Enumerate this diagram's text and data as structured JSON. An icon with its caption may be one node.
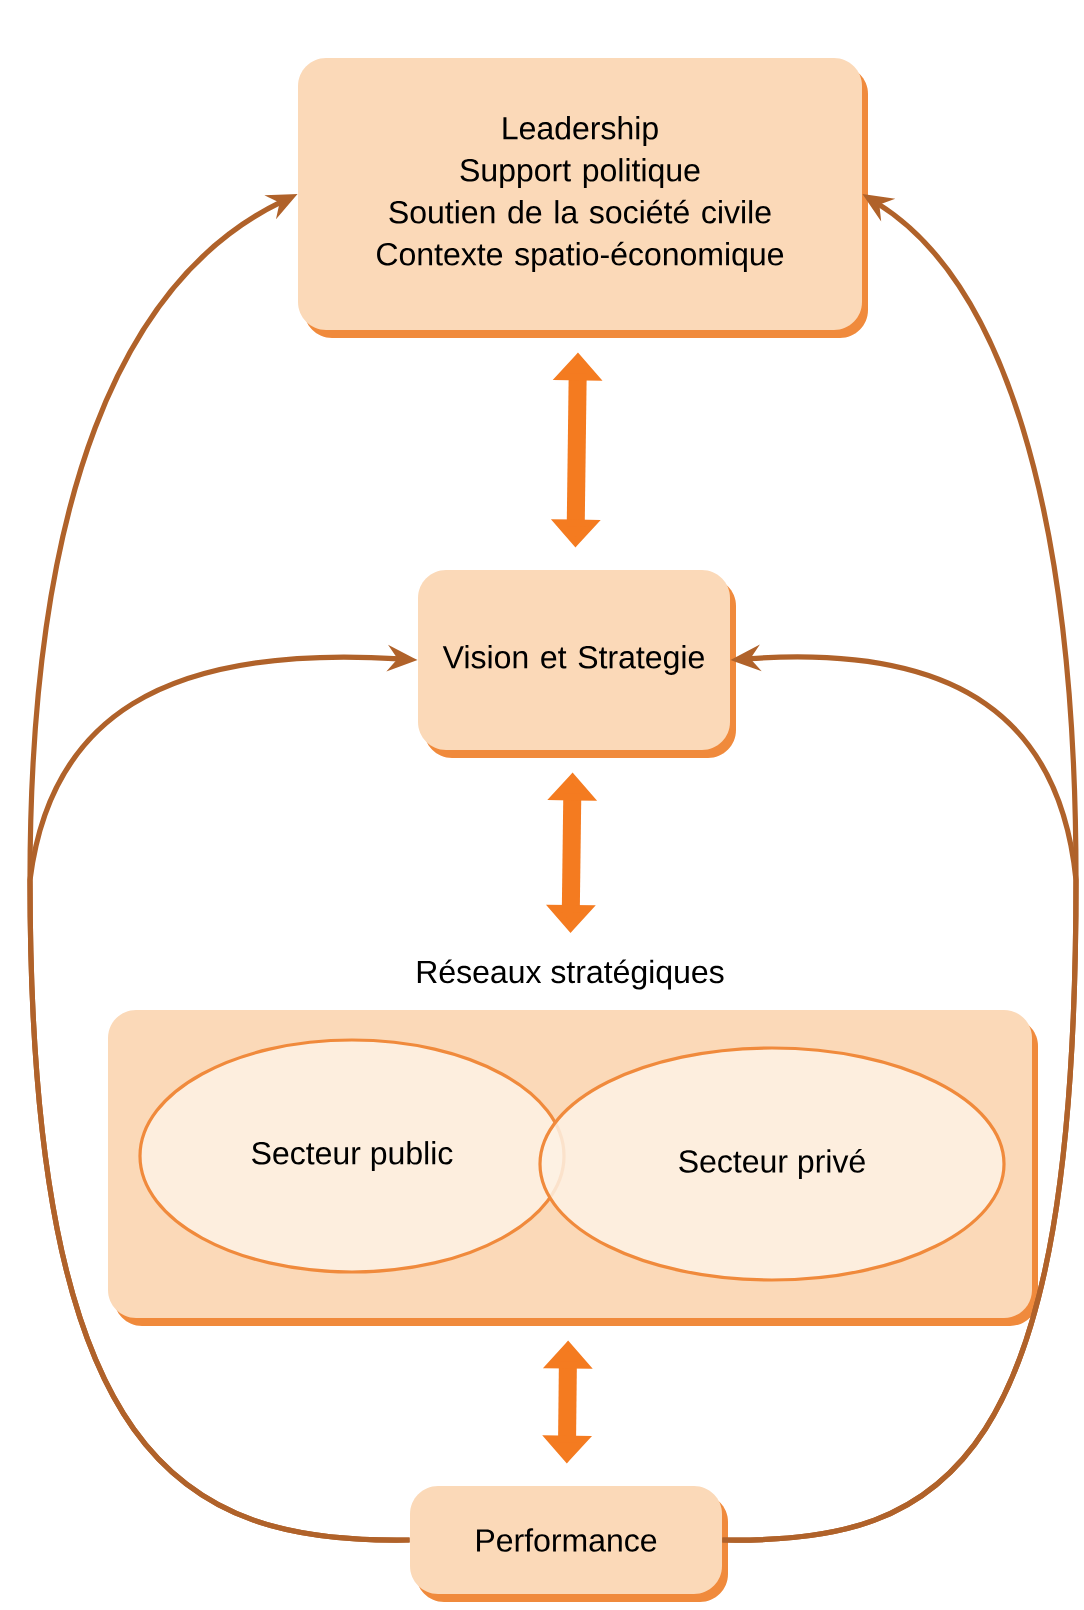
{
  "diagram": {
    "nodes": [
      {
        "text": [
          "Leadership",
          "Support politique",
          "Soutien de la société civile",
          "Contexte spatio-économique"
        ]
      },
      {
        "text": [
          "Vision et Strategie"
        ]
      },
      {
        "text": [
          "Réseaux stratégiques"
        ]
      },
      {
        "text": [
          "Secteur public"
        ],
        "in": 2
      },
      {
        "text": [
          "Secteur privé"
        ],
        "in": 2
      },
      {
        "text": [
          "Performance"
        ]
      }
    ],
    "edges": [
      {
        "from": 0,
        "to": 1,
        "arrow": "both",
        "style": "thick",
        "color": "#f47b20"
      },
      {
        "from": 1,
        "to": 2,
        "arrow": "both",
        "style": "thick",
        "color": "#f47b20"
      },
      {
        "from": 2,
        "to": 5,
        "arrow": "both",
        "style": "thick",
        "color": "#f47b20"
      },
      {
        "from": 5,
        "to": 0,
        "arrow": "to",
        "color": "#b0622a"
      },
      {
        "from": 5,
        "to": 1,
        "arrow": "to",
        "color": "#b0622a"
      },
      {
        "from": 5,
        "to": 0,
        "arrow": "to",
        "color": "#b0622a"
      },
      {
        "from": 5,
        "to": 1,
        "arrow": "to",
        "color": "#b0622a"
      }
    ]
  }
}
